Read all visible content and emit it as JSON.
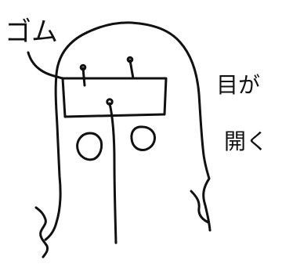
{
  "annotations": {
    "rubber_label": "ゴム",
    "eyes_open_line1": "目が",
    "eyes_open_line2": "開く"
  },
  "colors": {
    "ink": "#111111",
    "paper": "#ffffff"
  }
}
